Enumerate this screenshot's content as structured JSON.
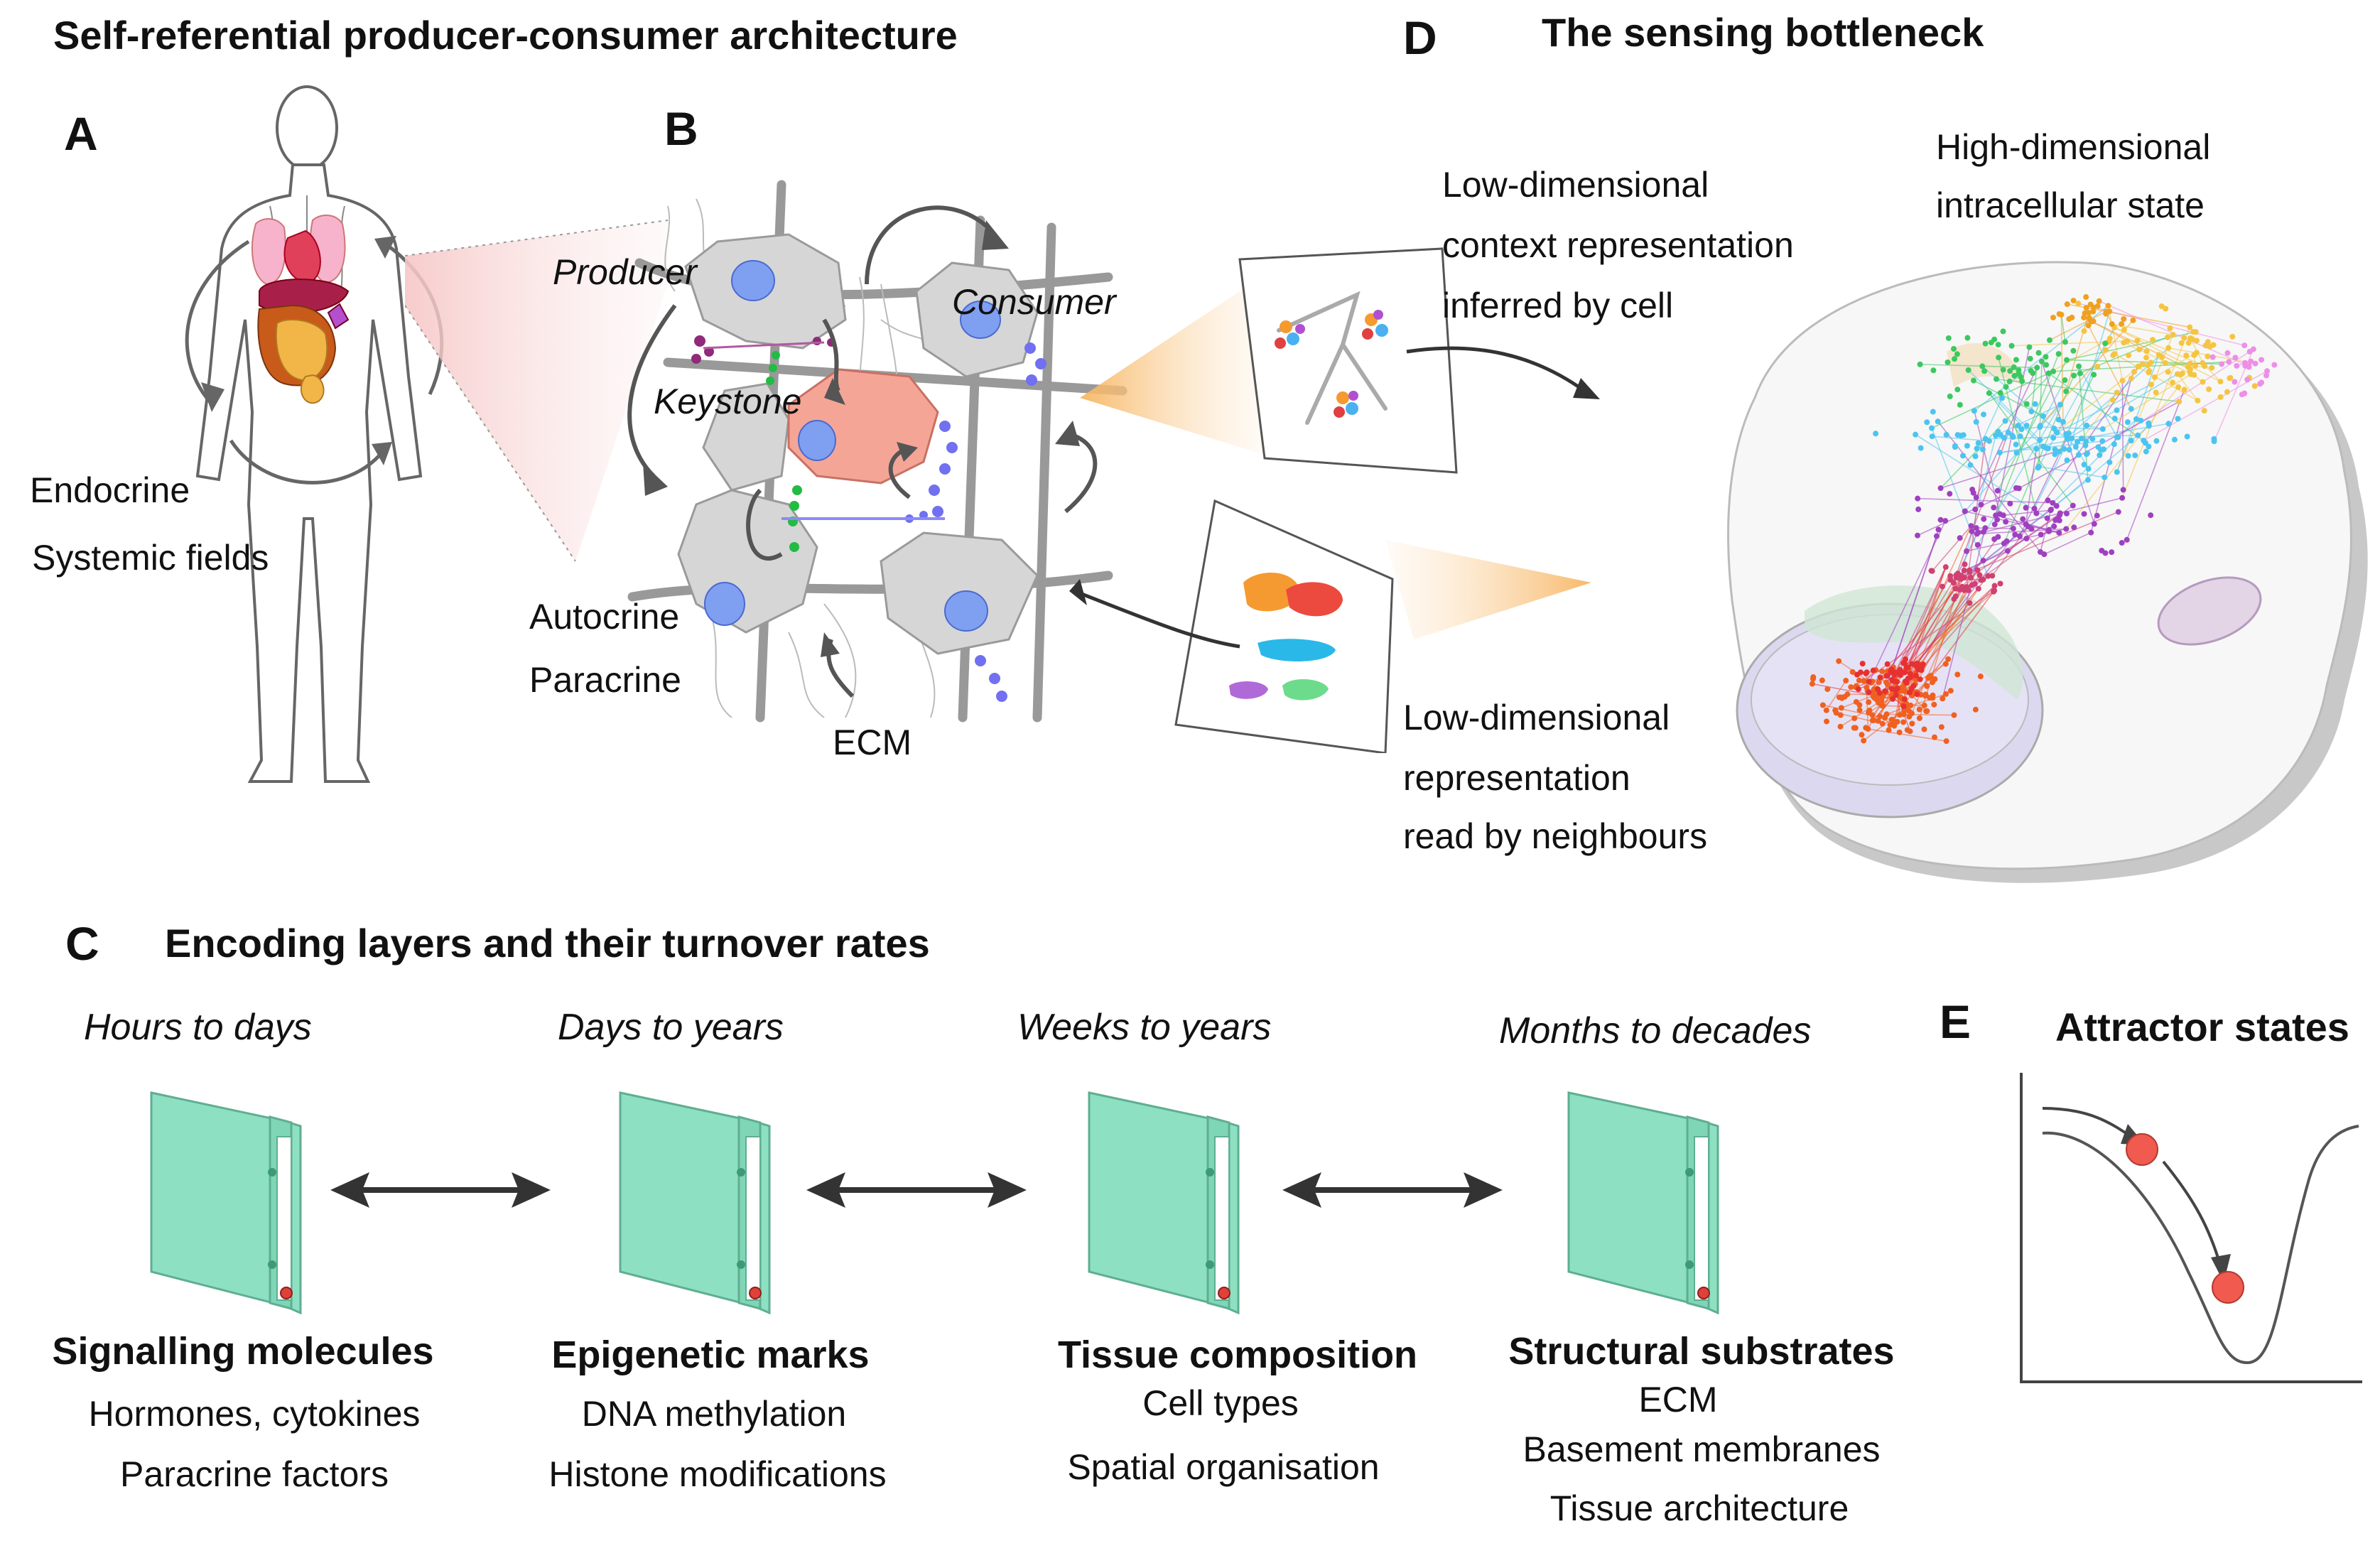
{
  "panel_a": {
    "title": "Self-referential producer-consumer architecture",
    "letter": "A",
    "labels": [
      "Endocrine",
      "Systemic fields"
    ]
  },
  "panel_b": {
    "letter": "B",
    "producer": "Producer",
    "consumer": "Consumer",
    "keystone": "Keystone",
    "autocrine": "Autocrine",
    "paracrine": "Paracrine",
    "ecm": "ECM"
  },
  "panel_d": {
    "letter": "D",
    "title": "The sensing bottleneck",
    "inferred": [
      "Low-dimensional",
      "context representation",
      "inferred by cell"
    ],
    "high_dim": [
      "High-dimensional",
      "intracellular state"
    ],
    "read": [
      "Low-dimensional",
      "representation",
      "read by neighbours"
    ]
  },
  "panel_c": {
    "letter": "C",
    "title": "Encoding layers and their turnover rates",
    "layers": [
      {
        "rate": "Hours to days",
        "name": "Signalling molecules",
        "details": [
          "Hormones, cytokines",
          "Paracrine factors"
        ]
      },
      {
        "rate": "Days to years",
        "name": "Epigenetic marks",
        "details": [
          "DNA methylation",
          "Histone modifications"
        ]
      },
      {
        "rate": "Weeks to years",
        "name": "Tissue composition",
        "details": [
          "Cell types",
          "Spatial organisation"
        ]
      },
      {
        "rate": "Months to decades",
        "name": "Structural substrates",
        "details": [
          "ECM",
          "Basement membranes",
          "Tissue architecture"
        ]
      }
    ]
  },
  "panel_e": {
    "letter": "E",
    "title": "Attractor states"
  },
  "colors": {
    "block_fill": "#8ee0c2",
    "block_edge": "#5fae92",
    "cell_fill": "#d4d4d4",
    "nucleus": "#7f9ff0",
    "keystone_fill": "#f5a596",
    "ball": "#f05a4f"
  }
}
